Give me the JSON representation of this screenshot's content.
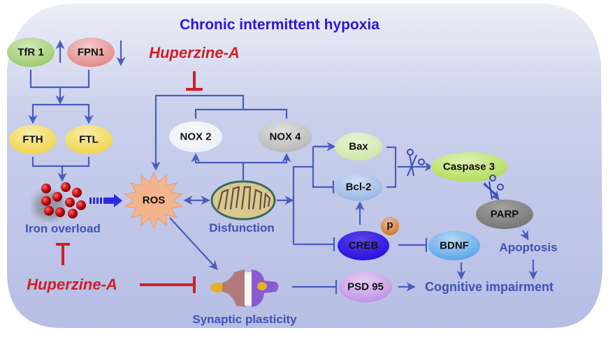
{
  "title": "Chronic intermittent hypoxia",
  "colors": {
    "background_top": "#e6e8f4",
    "background_bottom": "#b7bfe4",
    "arrow": "#4a5bbd",
    "inhibitor": "#d21e26",
    "title": "#2b14d9",
    "process_label": "#4052b5"
  },
  "drug": {
    "top_label": "Huperzine-A",
    "bottom_label": "Huperzine-A"
  },
  "nodes": {
    "tfr1": {
      "label": "TfR 1",
      "regulation": "up",
      "color": "#9ccc6a"
    },
    "fpn1": {
      "label": "FPN1",
      "regulation": "down",
      "color": "#e58a8a"
    },
    "fth": {
      "label": "FTH",
      "color": "#f0d64a"
    },
    "ftl": {
      "label": "FTL",
      "color": "#f0d64a"
    },
    "nox2": {
      "label": "NOX 2",
      "color": "#eef0f8"
    },
    "nox4": {
      "label": "NOX 4",
      "color": "#b9b9b9"
    },
    "ros": {
      "label": "ROS",
      "color": "#f2b48c"
    },
    "bax": {
      "label": "Bax",
      "color": "#cfe6a8"
    },
    "bcl2": {
      "label": "Bcl-2",
      "color": "#9ab6e6"
    },
    "caspase3": {
      "label": "Caspase 3",
      "color": "#b4de5a"
    },
    "parp": {
      "label": "PARP",
      "color": "#767676"
    },
    "creb": {
      "label": "CREB",
      "color": "#2a10e0"
    },
    "phospho": {
      "label": "p",
      "color": "#d2762a"
    },
    "bdnf": {
      "label": "BDNF",
      "color": "#5aa6ea"
    },
    "psd95": {
      "label": "PSD 95",
      "color": "#c294e6"
    }
  },
  "processes": {
    "iron_overload": "Iron overload",
    "disfunction": "Disfunction",
    "synaptic_plasticity": "Synaptic plasticity",
    "apoptosis": "Apoptosis",
    "cognitive_impairment": "Cognitive impairment"
  },
  "icons": {
    "iron_particles": "iron-overload-icon",
    "mitochondrion": "mitochondrion-icon",
    "synapse": "synapse-icon",
    "scissors": "scissors-icon"
  }
}
